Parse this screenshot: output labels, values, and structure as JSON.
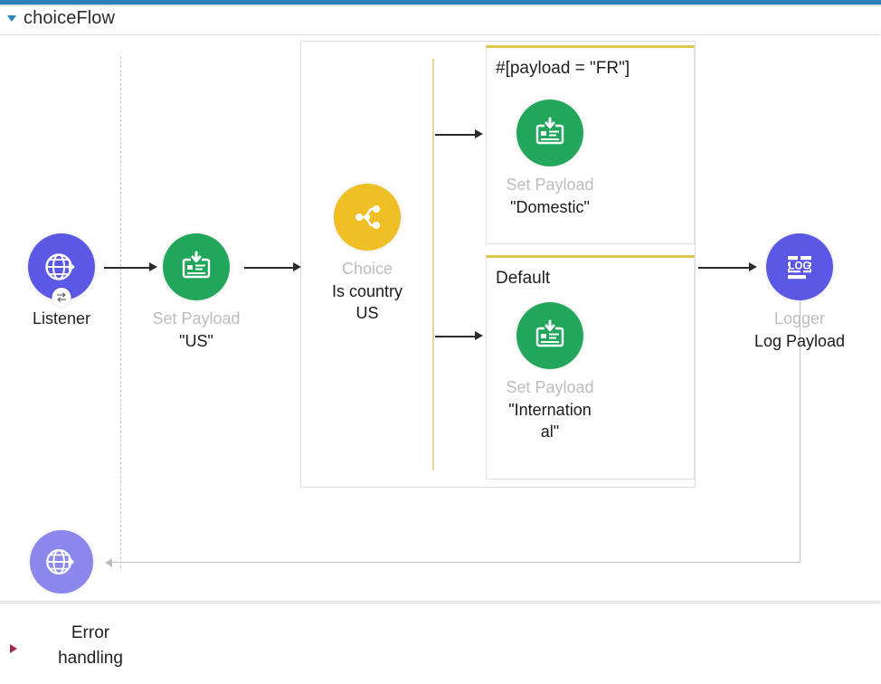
{
  "window": {
    "accent_color": "#2d7fb8",
    "canvas_background": "#ffffff"
  },
  "flow": {
    "disclosure_icon": "triangle-down-icon",
    "title": "choiceFlow"
  },
  "palette": {
    "purple": "#5b58e6",
    "purple_light": "#8b87ec",
    "green": "#21a65c",
    "yellow": "#efbf26",
    "branch_border": "#e0c84f",
    "connector": "#2a2a2a",
    "return_connector": "#c4c4c4",
    "muted_text": "#bdbdbd",
    "dark_text": "#1a1a1a",
    "error_caret": "#9e2b4e"
  },
  "nodes": {
    "listener": {
      "icon": "globe-arrow-icon",
      "badge_icon": "request-reply-icon",
      "type_label": "Listener",
      "name_label": ""
    },
    "set_payload_us": {
      "icon": "set-payload-icon",
      "type_label": "Set Payload",
      "name_label": "\"US\""
    },
    "choice": {
      "icon": "choice-branch-icon",
      "type_label": "Choice",
      "name_label_line1": "Is country",
      "name_label_line2": "US"
    },
    "set_payload_domestic": {
      "icon": "set-payload-icon",
      "type_label": "Set Payload",
      "name_label": "\"Domestic\""
    },
    "set_payload_international": {
      "icon": "set-payload-icon",
      "type_label": "Set Payload",
      "name_label_line1": "\"Internation",
      "name_label_line2": "al\""
    },
    "logger": {
      "icon": "log-icon",
      "type_label": "Logger",
      "name_label": "Log Payload"
    },
    "response": {
      "icon": "globe-arrow-icon",
      "type_label": "",
      "name_label": ""
    }
  },
  "branches": {
    "when": {
      "label": "#[payload   =   \"FR\"]"
    },
    "default": {
      "label": "Default"
    }
  },
  "error_handling": {
    "caret_icon": "triangle-right-icon",
    "label_line1": "Error",
    "label_line2": "handling"
  }
}
